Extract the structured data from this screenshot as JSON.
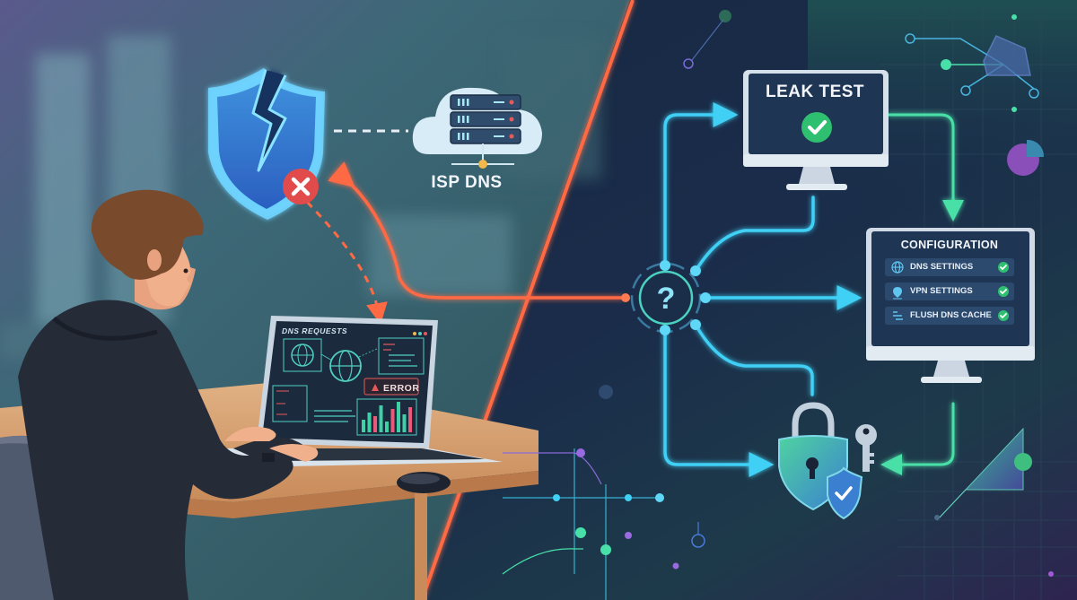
{
  "scene": {
    "description": "Split illustration: DNS leak troubleshooting",
    "left_panel": {
      "person": "man in dark hoodie typing on laptop at desk",
      "shield": {
        "icon": "broken-shield-icon",
        "status_icon": "x-mark-icon",
        "status_color": "#e24b4b"
      },
      "isp_server": {
        "label": "ISP DNS",
        "icon": "cloud-server-icon"
      },
      "laptop_screen": {
        "title": "DNS REQUESTS",
        "error_label": "ERROR",
        "bar_chart_bars": [
          14,
          22,
          18,
          30,
          12,
          26,
          34,
          20,
          28
        ]
      }
    },
    "divider_color": "#ff6a45",
    "right_panel": {
      "hub": {
        "icon": "question-mark-icon",
        "symbol": "?"
      },
      "leak_test_monitor": {
        "title": "LEAK TEST",
        "status_icon": "check-circle-icon",
        "status_color": "#2fbf71"
      },
      "configuration_monitor": {
        "title": "CONFIGURATION",
        "items": [
          {
            "label": "DNS SETTINGS",
            "icon": "globe-icon",
            "checked": true
          },
          {
            "label": "VPN SETTINGS",
            "icon": "location-pin-icon",
            "checked": true
          },
          {
            "label": "FLUSH DNS CACHE",
            "icon": "flush-icon",
            "checked": true
          }
        ]
      },
      "security": {
        "icons": [
          "padlock-icon",
          "key-icon",
          "shield-check-icon"
        ]
      },
      "flow_color": "#3fd0f5",
      "accent_green": "#48e0a8"
    }
  }
}
